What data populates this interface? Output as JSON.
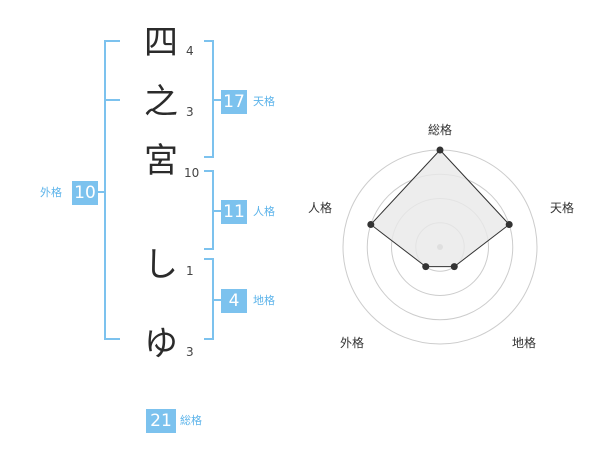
{
  "name_chars": [
    {
      "char": "四",
      "strokes": "4"
    },
    {
      "char": "之",
      "strokes": "3"
    },
    {
      "char": "宮",
      "strokes": "10"
    },
    {
      "char": "し",
      "strokes": "1"
    },
    {
      "char": "ゆ",
      "strokes": "3"
    }
  ],
  "kakusu": {
    "tenkaku": {
      "label": "天格",
      "value": "17"
    },
    "jinkaku": {
      "label": "人格",
      "value": "11"
    },
    "chikaku": {
      "label": "地格",
      "value": "4"
    },
    "gaikaku": {
      "label": "外格",
      "value": "10"
    },
    "soukaku": {
      "label": "総格",
      "value": "21"
    }
  },
  "chart_data": {
    "type": "radar",
    "axes": [
      "総格",
      "天格",
      "地格",
      "外格",
      "人格"
    ],
    "values": [
      4,
      3,
      1,
      1,
      3
    ],
    "range": [
      0,
      4
    ],
    "rings": 4,
    "colors": {
      "fill": "#e8e8e8",
      "line": "#333333",
      "grid": "#cccccc",
      "center": "#bbbbbb"
    }
  }
}
